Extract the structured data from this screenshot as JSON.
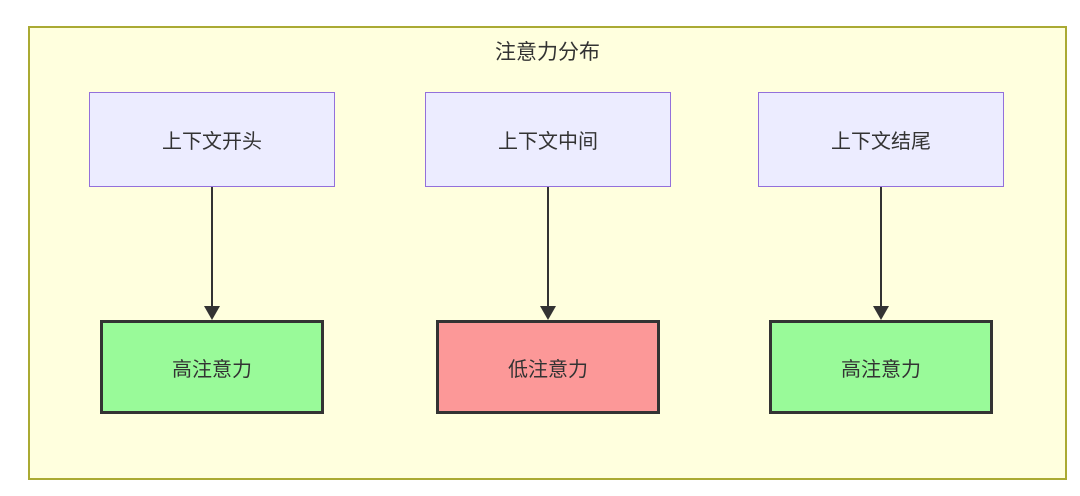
{
  "diagram": {
    "title": "注意力分布",
    "colors": {
      "container_bg": "#ffffde",
      "container_border": "#aaaa33",
      "source_bg": "#ececff",
      "source_border": "#9370db",
      "high_bg": "#99fa99",
      "low_bg": "#fc9898",
      "node_border_dark": "#333333",
      "text": "#333333",
      "arrow": "#333333"
    },
    "columns": [
      {
        "source": "上下文开头",
        "target": "高注意力",
        "attention": "high"
      },
      {
        "source": "上下文中间",
        "target": "低注意力",
        "attention": "low"
      },
      {
        "source": "上下文结尾",
        "target": "高注意力",
        "attention": "high"
      }
    ]
  }
}
